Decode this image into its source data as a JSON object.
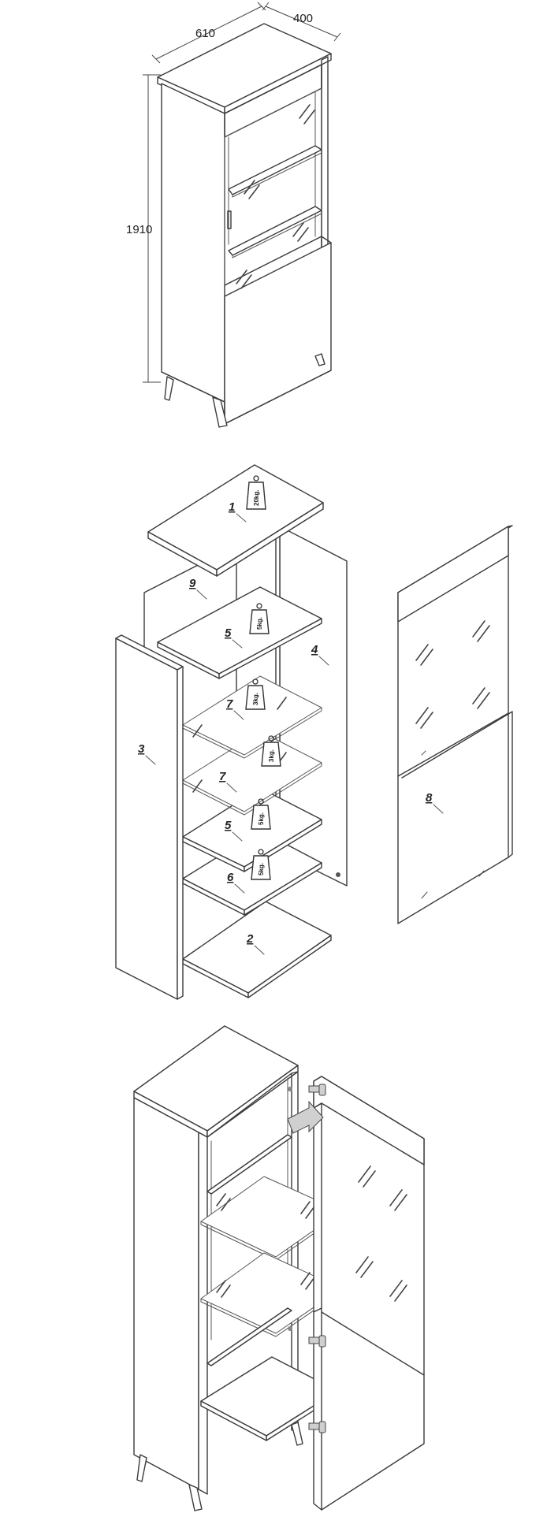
{
  "dimensions": {
    "width": "610",
    "depth": "400",
    "height": "1910"
  },
  "parts": {
    "p1": "1",
    "p2": "2",
    "p3": "3",
    "p4": "4",
    "p5a": "5",
    "p5b": "5",
    "p6": "6",
    "p7a": "7",
    "p7b": "7",
    "p8": "8",
    "p9": "9"
  },
  "weights": {
    "top": "20kg.",
    "shelf5a": "5kg.",
    "shelf7a": "3kg.",
    "shelf7b": "3kg.",
    "shelf5b": "5kg.",
    "shelf6": "5kg."
  }
}
